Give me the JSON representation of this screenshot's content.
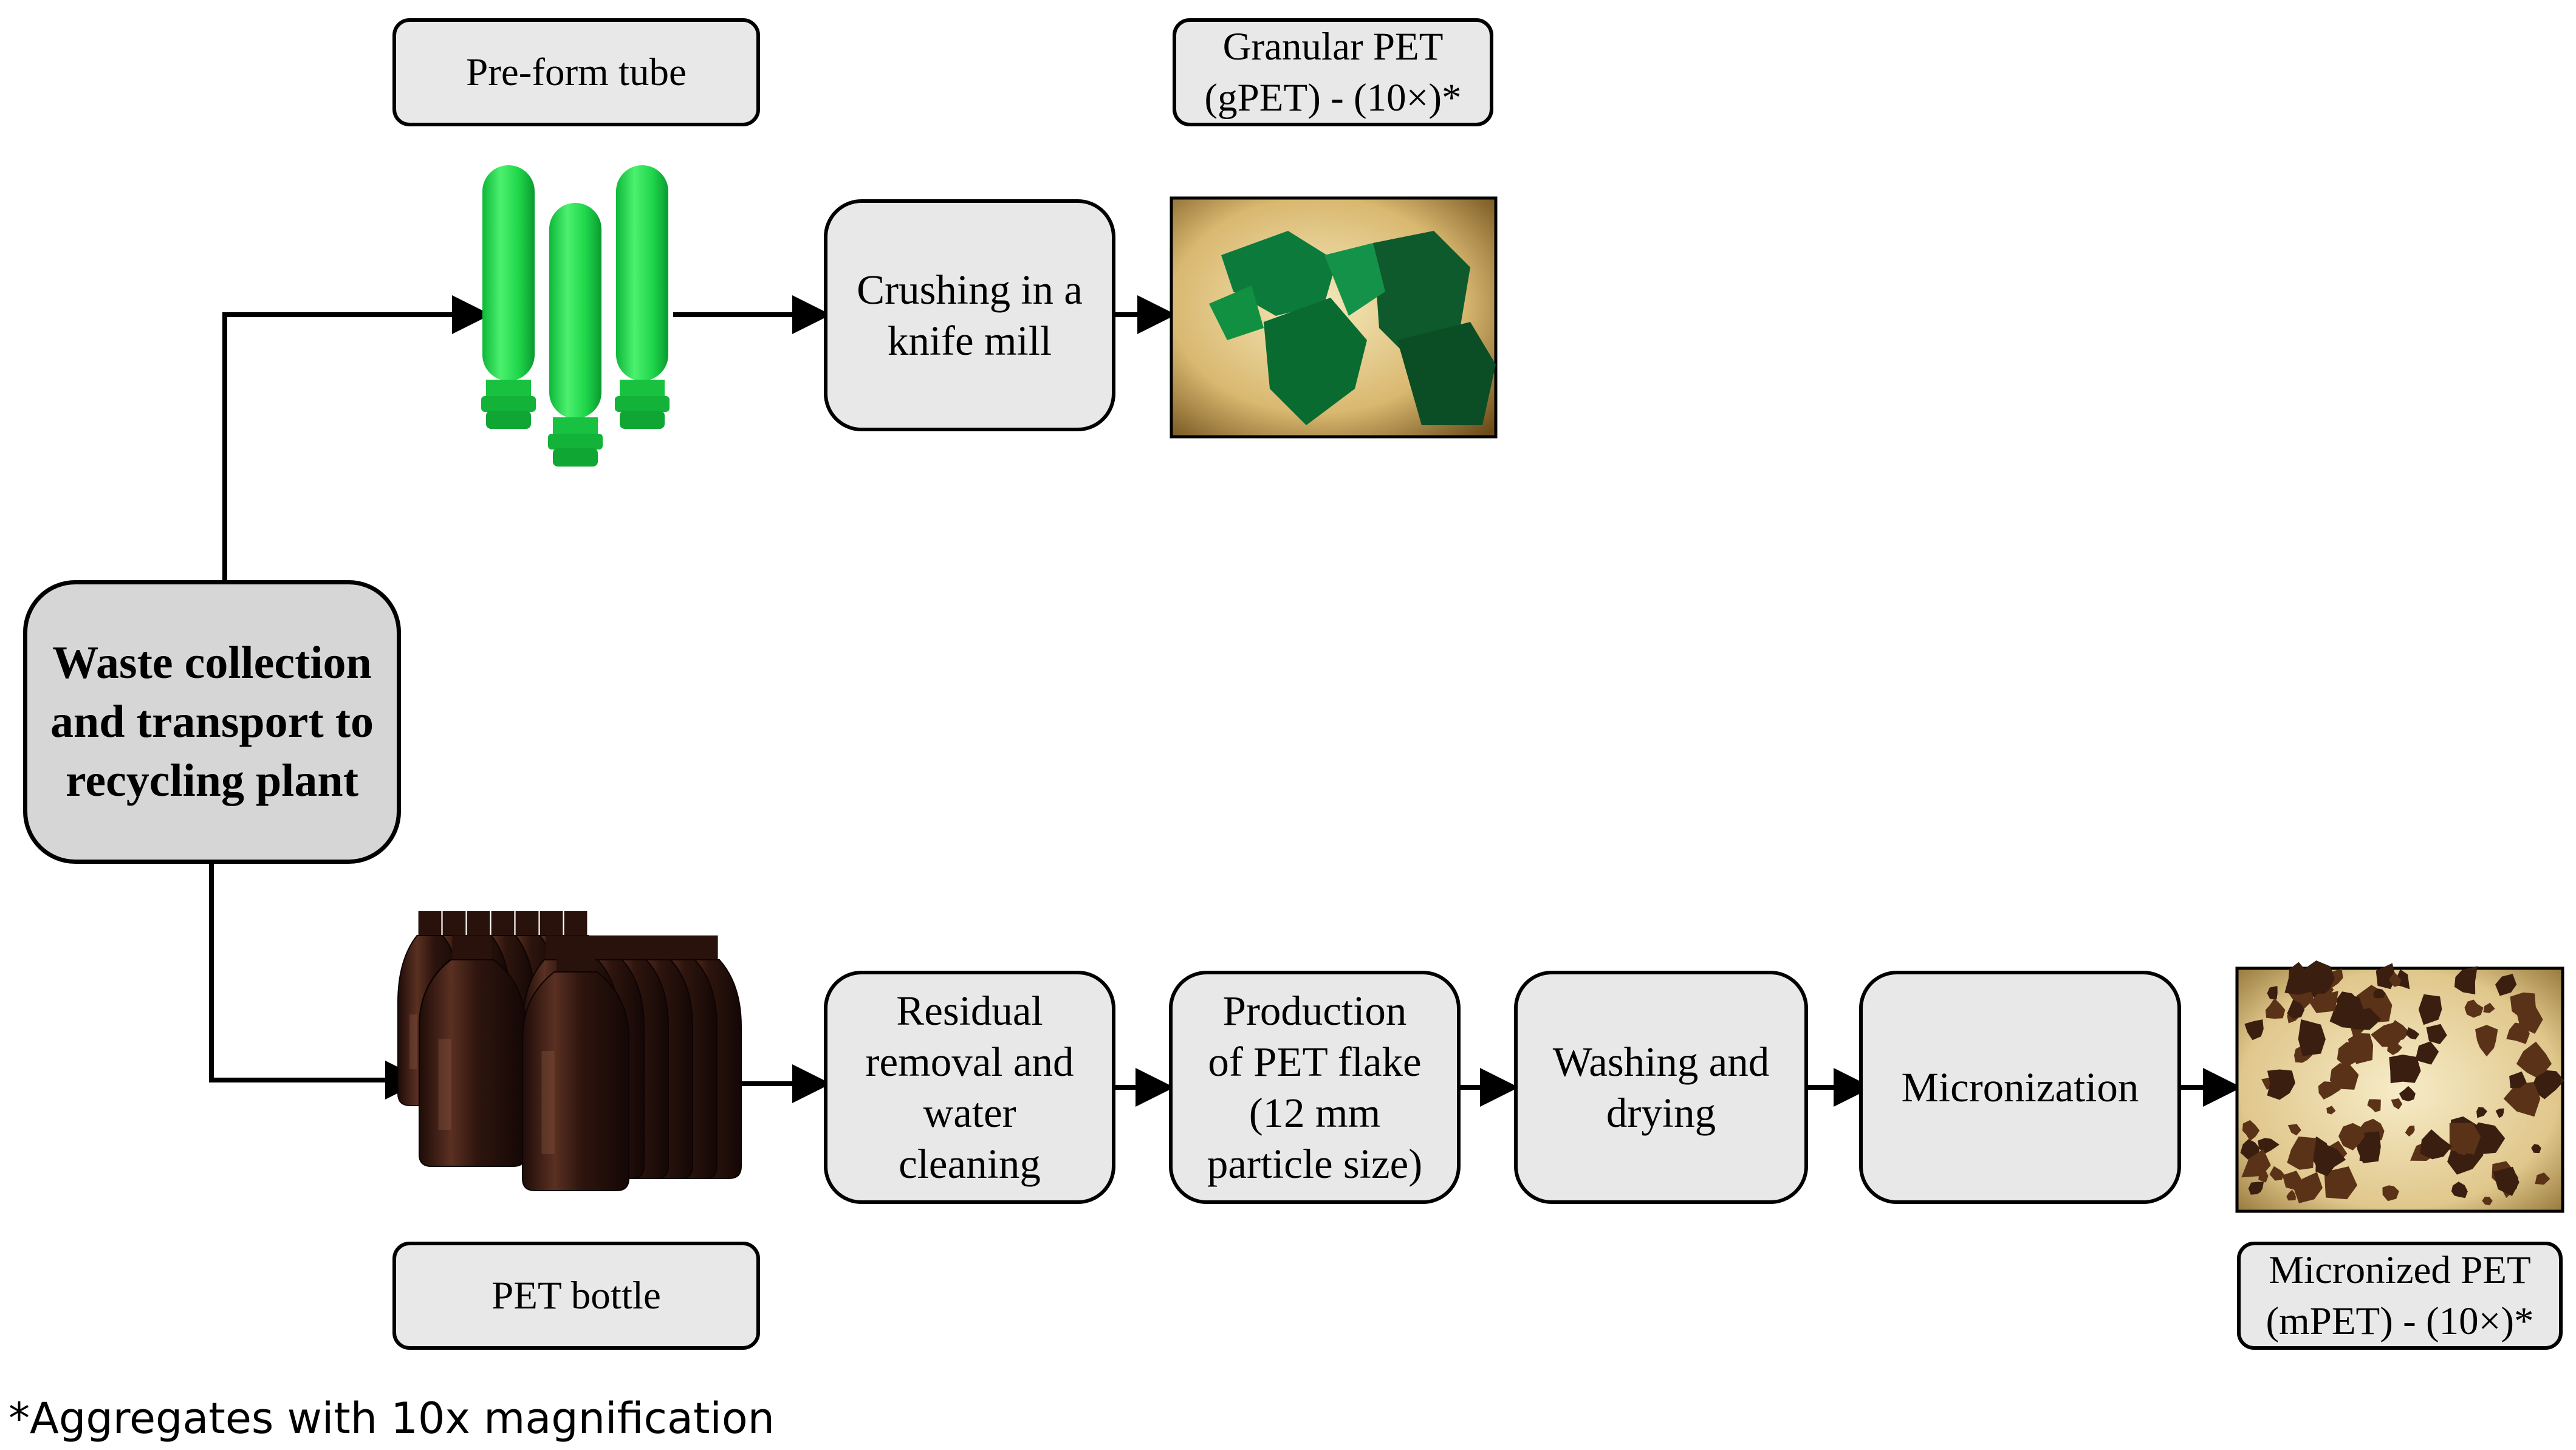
{
  "main_node": {
    "label": "Waste collection and transport to recycling plant"
  },
  "top_branch": {
    "material_label": "Pre-form tube",
    "step": "Crushing in a knife mill",
    "product_label_line1": "Granular PET",
    "product_label_line2": "(gPET) - (10×)*"
  },
  "bottom_branch": {
    "material_label": "PET bottle",
    "steps": [
      {
        "lines": [
          "Residual",
          "removal and",
          "water",
          "cleaning"
        ]
      },
      {
        "lines": [
          "Production",
          "of PET flake",
          "(12 mm",
          "particle size)"
        ]
      },
      {
        "lines": [
          "Washing and",
          "drying"
        ]
      },
      {
        "lines": [
          "Micronization"
        ]
      }
    ],
    "product_label_line1": "Micronized PET",
    "product_label_line2": "(mPET) - (10×)*"
  },
  "footnote": "*Aggregates with 10x magnification",
  "colors": {
    "box_fill": "#e8e8e8",
    "main_fill": "#d6d6d6",
    "preform_green": "#1fd64a",
    "bottle_brown": "#3a1c14",
    "micro_bg": "#f3e7c0",
    "granule_green": "#0c7a3a"
  },
  "icons": [
    "preform-tubes-illustration",
    "pet-bottles-illustration",
    "granular-pet-micrograph",
    "micronized-pet-micrograph"
  ]
}
